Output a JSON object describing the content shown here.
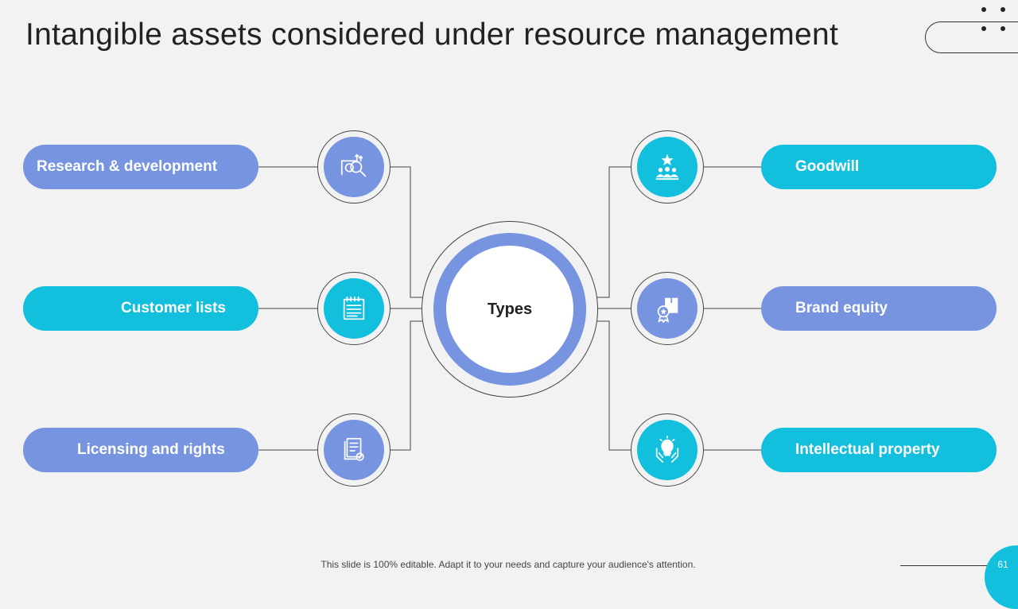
{
  "slide": {
    "title": "Intangible assets considered under resource management",
    "center_label": "Types",
    "footer_note": "This slide is 100% editable. Adapt it to your needs and capture your audience's attention.",
    "page_number": "61"
  },
  "colors": {
    "blue": "#7794e0",
    "cyan": "#12c0de",
    "background": "#f2f2f2"
  },
  "left_items": [
    {
      "label": "Research & development",
      "color": "blue",
      "icon": "research-gear-magnifier-icon"
    },
    {
      "label": "Customer lists",
      "color": "cyan",
      "icon": "notepad-list-icon"
    },
    {
      "label": "Licensing and rights",
      "color": "blue",
      "icon": "license-document-icon"
    }
  ],
  "right_items": [
    {
      "label": "Goodwill",
      "color": "cyan",
      "icon": "star-team-icon"
    },
    {
      "label": "Brand equity",
      "color": "blue",
      "icon": "award-box-icon"
    },
    {
      "label": "Intellectual property",
      "color": "cyan",
      "icon": "idea-hands-icon"
    }
  ]
}
